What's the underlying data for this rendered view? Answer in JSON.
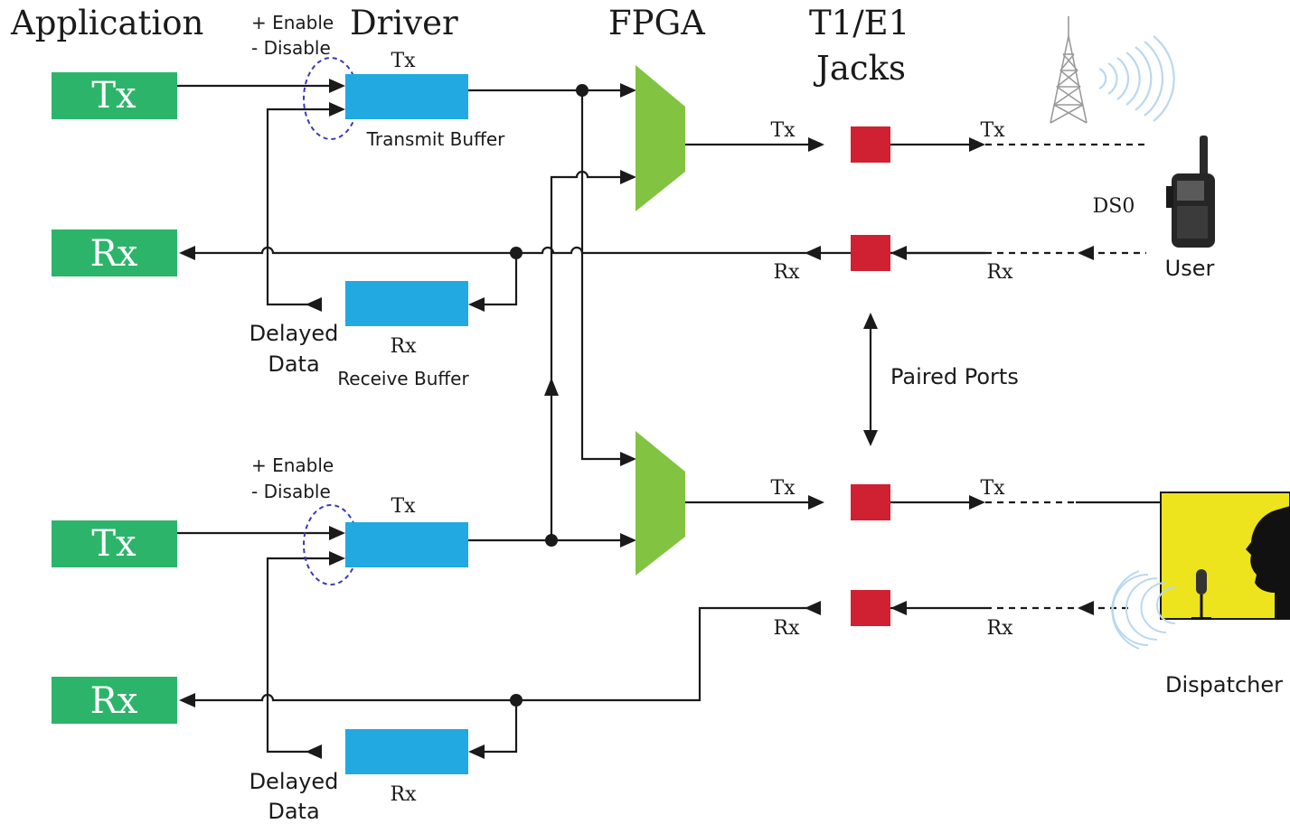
{
  "headers": {
    "application": "Application",
    "driver": "Driver",
    "fpga": "FPGA",
    "t1e1_line1": "T1/E1",
    "t1e1_line2": "Jacks"
  },
  "app_blocks": {
    "tx": "Tx",
    "rx": "Rx"
  },
  "toggle": {
    "enable": "+ Enable",
    "disable": "- Disable"
  },
  "buffers": {
    "tx_label": "Tx",
    "rx_label": "Rx",
    "transmit_buffer": "Transmit Buffer",
    "receive_buffer": "Receive Buffer"
  },
  "delayed": {
    "line1": "Delayed",
    "line2": "Data"
  },
  "line_labels": {
    "tx": "Tx",
    "rx": "Rx"
  },
  "paired_ports": "Paired Ports",
  "ds0": "DS0",
  "user": "User",
  "dispatcher": "Dispatcher",
  "colors": {
    "app_green": "#2cb56a",
    "buffer_blue": "#22a9e1",
    "jack_red": "#cf2131",
    "fpga_green": "#82c341",
    "dispatcher_yellow": "#ede41e"
  }
}
